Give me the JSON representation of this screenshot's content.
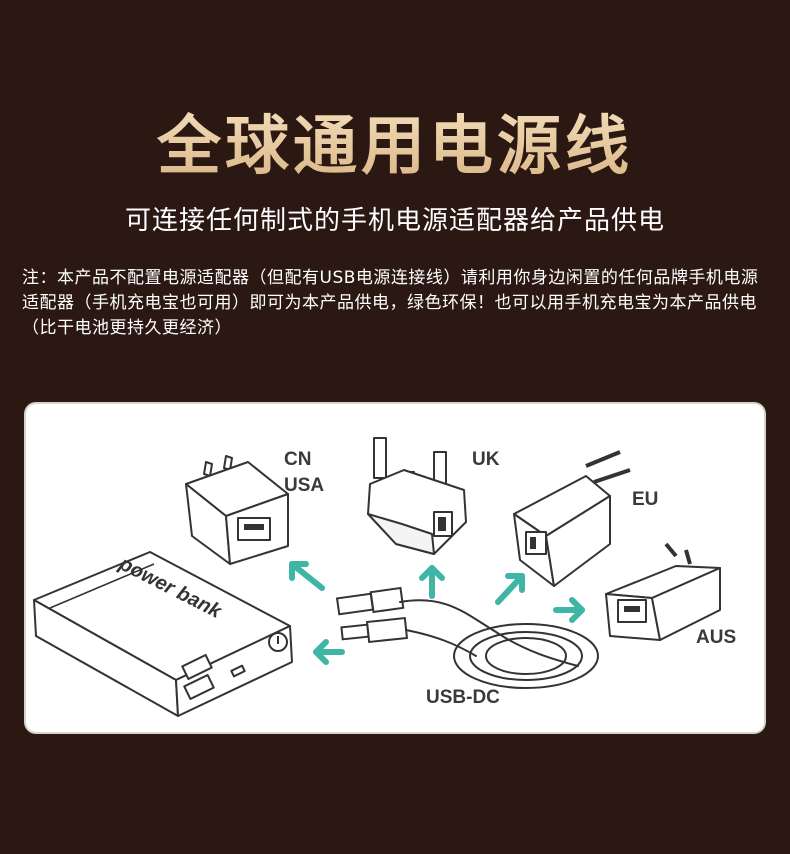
{
  "title": "全球通用电源线",
  "subtitle": "可连接任何制式的手机电源适配器给产品供电",
  "note": "注：本产品不配置电源适配器（但配有USB电源连接线）请利用你身边闲置的任何品牌手机电源适配器（手机充电宝也可用）即可为本产品供电，绿色环保！也可以用手机充电宝为本产品供电（比干电池更持久更经济）",
  "diagram": {
    "labels": {
      "cn": "CN",
      "usa": "USA",
      "uk": "UK",
      "eu": "EU",
      "aus": "AUS",
      "usb_dc": "USB-DC",
      "power_bank": "power bank"
    },
    "arrow_color": "#3fb5a5"
  }
}
